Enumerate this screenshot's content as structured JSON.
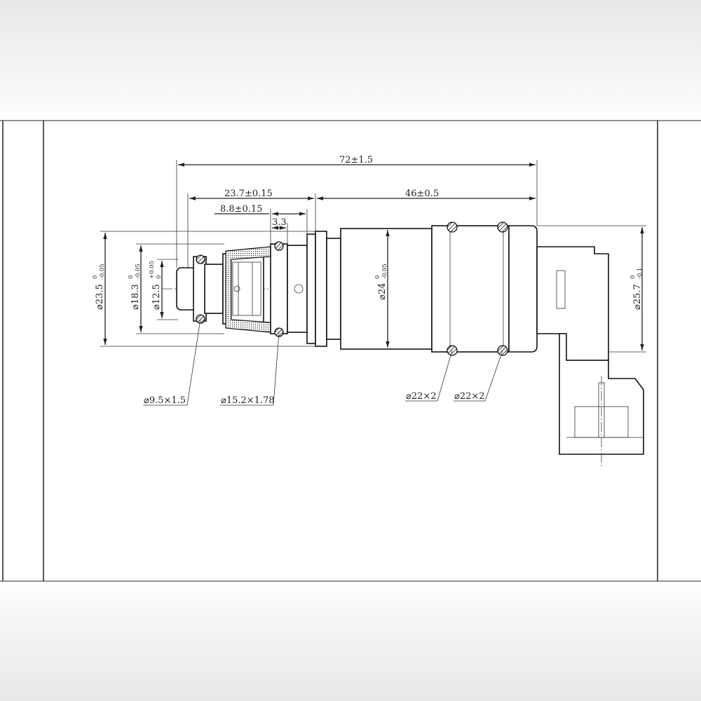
{
  "drawing": {
    "title": "",
    "dimensions": {
      "overall_length": "72±1.5",
      "length_23_7": "23.7±0.15",
      "length_8_8": "8.8±0.15",
      "length_3_3": "3.3",
      "length_46": "46±0.5",
      "dia_23_5": {
        "base": "⌀23.5",
        "upper": "0",
        "lower": "-0.05"
      },
      "dia_18_3": {
        "base": "⌀18.3",
        "upper": "0",
        "lower": "-0.05"
      },
      "dia_12_5": {
        "base": "⌀12.5",
        "upper": "+0.05",
        "lower": "0"
      },
      "dia_24": {
        "base": "⌀24",
        "upper": "0",
        "lower": "-0.05"
      },
      "dia_25_7": {
        "base": "⌀25.7",
        "upper": "0",
        "lower": "-0.1"
      }
    },
    "o_rings": {
      "oring_a": "⌀9.5×1.5",
      "oring_b": "⌀15.2×1.78",
      "oring_c": "⌀22×2",
      "oring_d": "⌀22×2"
    },
    "colors": {
      "line": "#111111",
      "background": "#ffffff",
      "frame_fade": "#e8e8e8"
    }
  }
}
